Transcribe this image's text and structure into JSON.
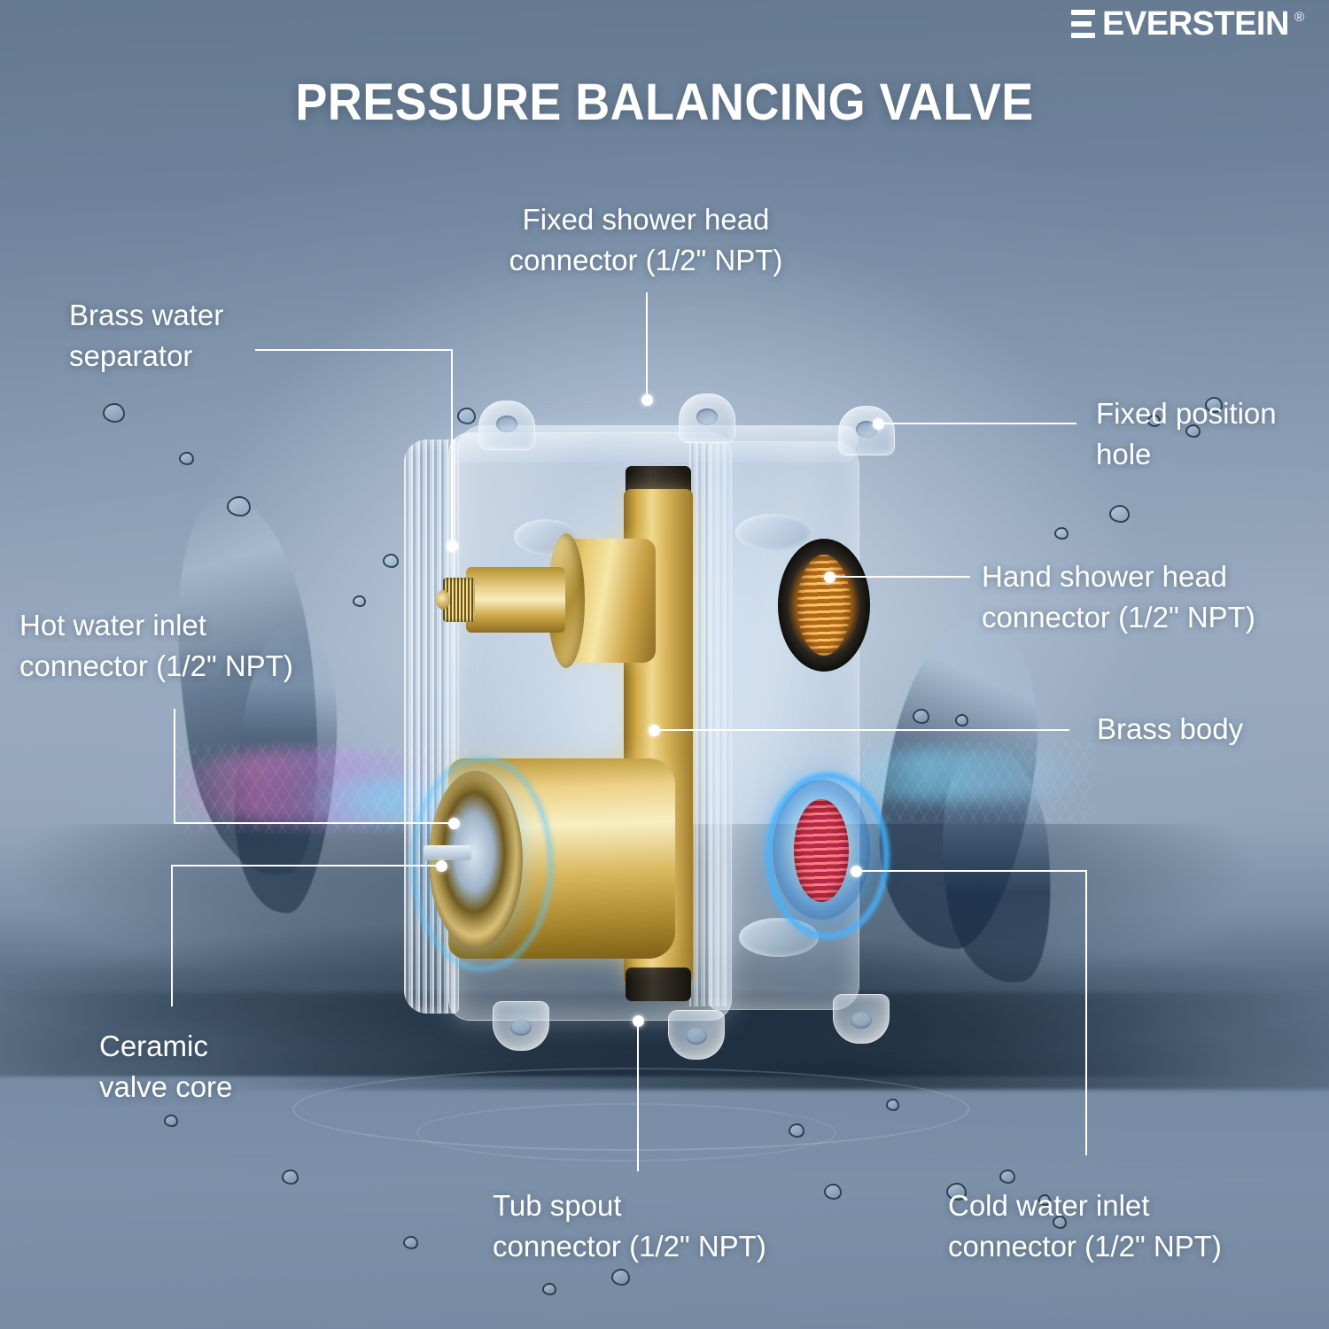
{
  "brand": {
    "name": "EVERSTEIN",
    "registered": "®"
  },
  "header": {
    "title": "PRESSURE BALANCING VALVE"
  },
  "colors": {
    "background_top": "#64798f",
    "background_center": "#9aabc0",
    "text": "#ffffff",
    "leader_line": "#ffffff",
    "brass": "#d8b45a",
    "hot_port": "#c97a20",
    "cold_port": "#ff7c84",
    "glow_cyan": "#46b4ff"
  },
  "callouts": [
    {
      "id": "fixed-shower-head-connector",
      "text": "Fixed shower head\nconnector (1/2\" NPT)",
      "align": "center"
    },
    {
      "id": "brass-water-separator",
      "text": "Brass water\nseparator",
      "align": "left"
    },
    {
      "id": "hot-water-inlet-connector",
      "text": "Hot water inlet\nconnector (1/2\" NPT)",
      "align": "left"
    },
    {
      "id": "ceramic-valve-core",
      "text": "Ceramic\nvalve core",
      "align": "left"
    },
    {
      "id": "fixed-position-hole",
      "text": "Fixed position\nhole",
      "align": "left"
    },
    {
      "id": "hand-shower-head-connector",
      "text": "Hand shower head\nconnector (1/2\" NPT)",
      "align": "left"
    },
    {
      "id": "brass-body",
      "text": "Brass body",
      "align": "left"
    },
    {
      "id": "tub-spout-connector",
      "text": "Tub spout\nconnector (1/2\" NPT)",
      "align": "left"
    },
    {
      "id": "cold-water-inlet-connector",
      "text": "Cold water inlet\nconnector (1/2\" NPT)",
      "align": "left"
    }
  ]
}
